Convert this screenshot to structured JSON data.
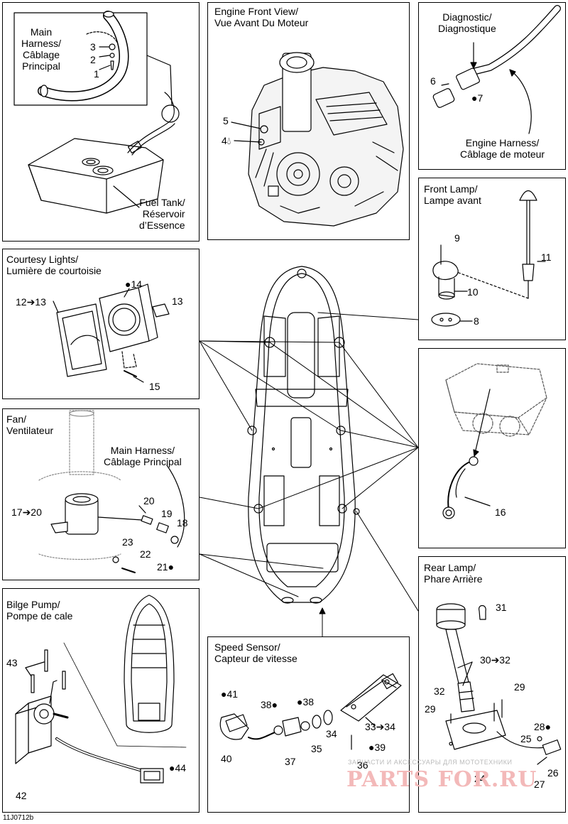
{
  "reference": "11J0712b",
  "panels": {
    "main_harness_top": {
      "title": "Main\nHarness/\nCâblage\nPrincipal",
      "fuel_tank": "Fuel Tank/\nRéservoir\nd’Essence",
      "items": [
        "3",
        "2",
        "1"
      ]
    },
    "engine": {
      "title": "Engine Front View/\nVue Avant Du Moteur",
      "items": [
        "5",
        "4"
      ]
    },
    "diagnostic": {
      "title": "Diagnostic/\nDiagnostique",
      "engine_harness": "Engine Harness/\nCâblage de moteur",
      "items": [
        "6",
        "7"
      ]
    },
    "front_lamp": {
      "title": "Front Lamp/\nLampe avant",
      "items": [
        "9",
        "11",
        "10",
        "8"
      ]
    },
    "courtesy": {
      "title": "Courtesy Lights/\nLumière de courtoisie",
      "items": [
        "14",
        "12➔13",
        "13",
        "15"
      ]
    },
    "fan": {
      "title": "Fan/\nVentilateur",
      "main_harness": "Main Harness/\nCâblage Principal",
      "items": [
        "20",
        "17➔20",
        "19",
        "18",
        "23",
        "22",
        "21"
      ]
    },
    "box16": {
      "items": [
        "16"
      ]
    },
    "rear_lamp": {
      "title": "Rear Lamp/\nPhare Arrière",
      "items": [
        "31",
        "30➔32",
        "29",
        "32",
        "29",
        "28",
        "25",
        "26",
        "24",
        "27"
      ]
    },
    "bilge": {
      "title": "Bilge Pump/\nPompe de cale",
      "items": [
        "43",
        "42",
        "44"
      ]
    },
    "speed": {
      "title": "Speed Sensor/\nCapteur de vitesse",
      "items": [
        "41",
        "38",
        "38",
        "33➔34",
        "40",
        "37",
        "35",
        "34",
        "36",
        "39"
      ]
    }
  },
  "watermark": {
    "text": "ЗАПЧАСТИ И АКСЕССУАРЫ ДЛЯ МОТОТЕХНИКИ",
    "logo": "PARTS FOR.RU"
  }
}
